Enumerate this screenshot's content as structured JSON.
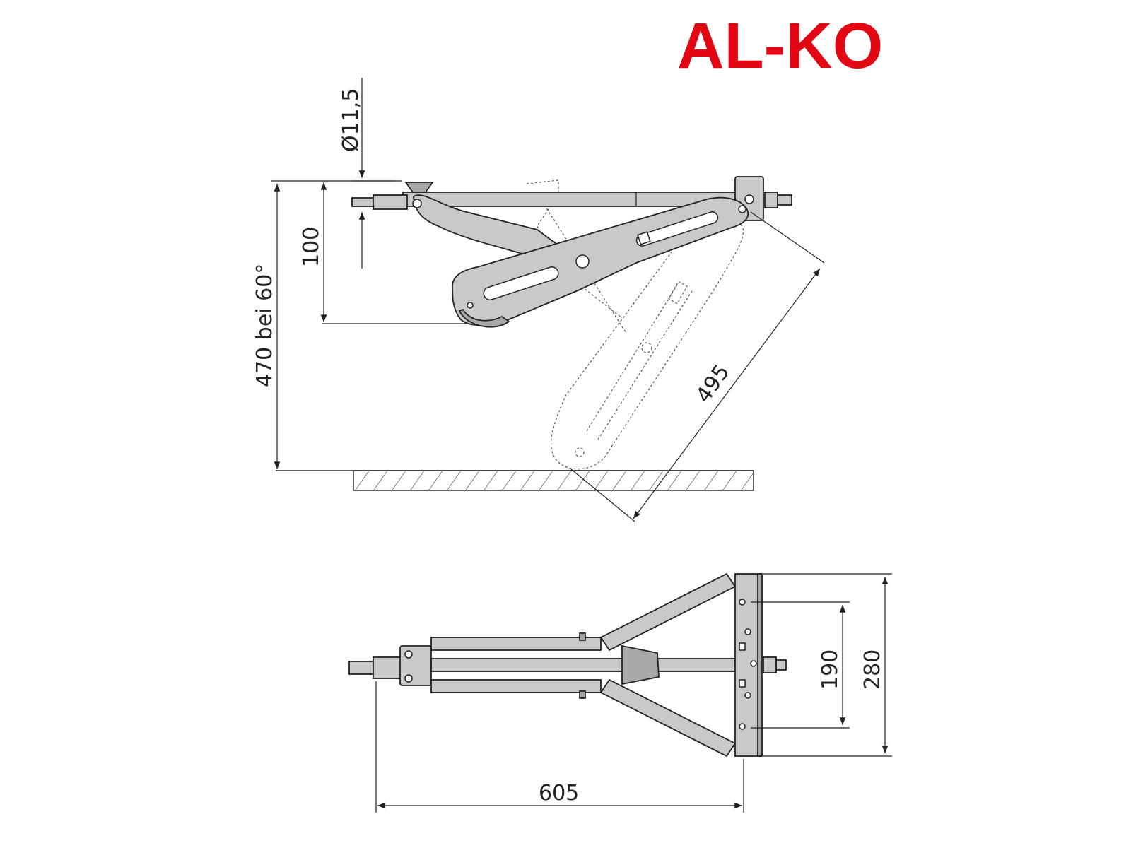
{
  "logo": {
    "text": "AL-KO",
    "color": "#e30613"
  },
  "side_view": {
    "dimensions": {
      "bolt_diameter": "Ø11,5",
      "lift_height": "470 bei 60°",
      "folded_height": "100",
      "arm_length": "495"
    }
  },
  "top_view": {
    "dimensions": {
      "total_length": "605",
      "hole_spacing": "190",
      "foot_width": "280"
    }
  },
  "colors": {
    "line": "#222222",
    "metal": "#c9c9c9",
    "metal_dark": "#a8a8a8",
    "background": "#ffffff"
  }
}
